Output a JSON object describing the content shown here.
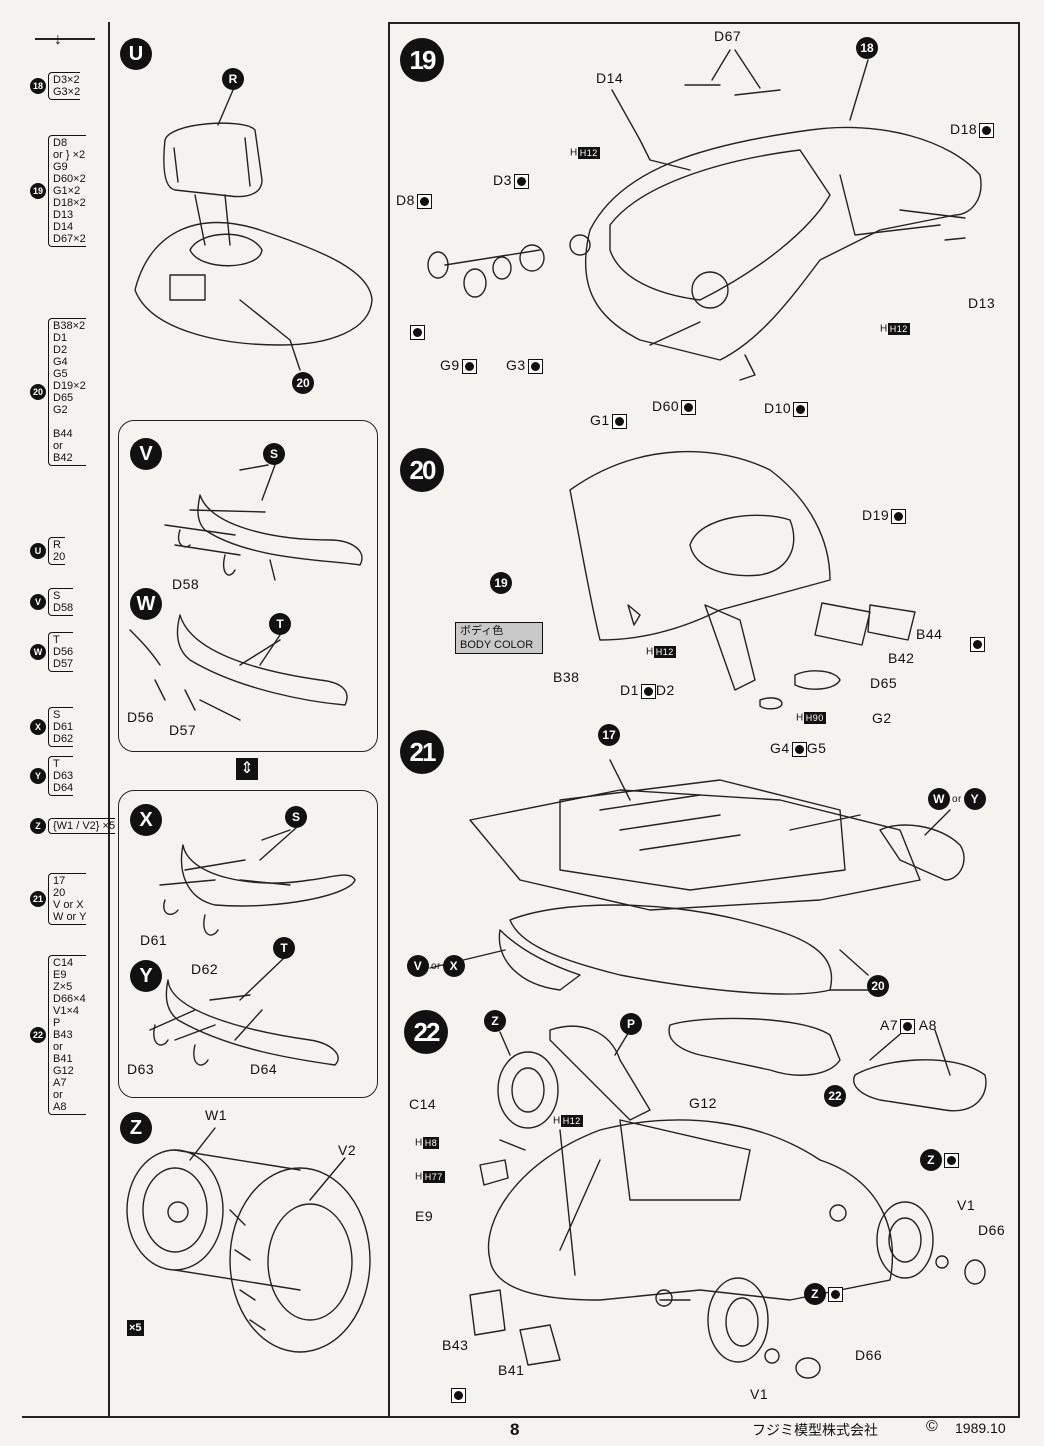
{
  "page": {
    "number": "8",
    "publisher": "フジミ模型株式会社",
    "copyright": "©",
    "year": "1989.10"
  },
  "parts_list": {
    "arrow": "↓",
    "groups": [
      {
        "step": "18",
        "lines": [
          "D3×2",
          "G3×2"
        ]
      },
      {
        "step": "19",
        "lines": [
          "D8",
          "or } ×2",
          "G9",
          "D60×2",
          "G1×2",
          "D18×2",
          "D13",
          "D14",
          "D67×2"
        ]
      },
      {
        "step": "20",
        "lines": [
          "B38×2",
          "D1",
          "D2",
          "G4",
          "G5",
          "D19×2",
          "D65",
          "G2",
          "",
          "B44",
          "or",
          "B42"
        ]
      },
      {
        "step": "U",
        "lines": [
          "R",
          "20"
        ]
      },
      {
        "step": "V",
        "lines": [
          "S",
          "D58"
        ]
      },
      {
        "step": "W",
        "lines": [
          "T",
          "D56",
          "D57"
        ]
      },
      {
        "step": "X",
        "lines": [
          "S",
          "D61",
          "D62"
        ]
      },
      {
        "step": "Y",
        "lines": [
          "T",
          "D63",
          "D64"
        ]
      },
      {
        "step": "Z",
        "lines": [
          "{W1 / V2} ×5"
        ]
      },
      {
        "step": "21",
        "lines": [
          "17",
          "20",
          "V or X",
          "W or Y"
        ]
      },
      {
        "step": "22",
        "lines": [
          "C14",
          "E9",
          "Z×5",
          "D66×4",
          "V1×4",
          "P",
          "B43",
          "or",
          "B41",
          "G12",
          "A7",
          "or",
          "A8"
        ]
      }
    ]
  },
  "sub_steps": {
    "U": {
      "badge": "U",
      "callouts": [
        "R",
        "20"
      ]
    },
    "V": {
      "badge": "V",
      "callouts": [
        "S",
        "D58"
      ]
    },
    "W": {
      "badge": "W",
      "callouts": [
        "T",
        "D56",
        "D57"
      ]
    },
    "X": {
      "badge": "X",
      "callouts": [
        "S",
        "D61",
        "D62"
      ]
    },
    "Y": {
      "badge": "Y",
      "callouts": [
        "T",
        "D63",
        "D64"
      ]
    },
    "Z": {
      "badge": "Z",
      "callouts": [
        "W1",
        "V2"
      ],
      "multiplier": "×5"
    }
  },
  "steps": {
    "s19": {
      "badge": "19",
      "labels": [
        "D67",
        "18",
        "D14",
        "H12",
        "D18",
        "D3",
        "D8",
        "G9",
        "G3",
        "G1",
        "D60",
        "D10",
        "D13",
        "H12"
      ]
    },
    "s20": {
      "badge": "20",
      "labels": [
        "D19",
        "19",
        "B44",
        "B42",
        "H12",
        "D65",
        "B38",
        "D1",
        "D2",
        "G2",
        "H90",
        "G4",
        "G5"
      ],
      "body_color_jp": "ボディ色",
      "body_color_en": "BODY COLOR"
    },
    "s21": {
      "badge": "21",
      "labels": [
        "17",
        "W",
        "or",
        "Y",
        "V",
        "or",
        "X",
        "20"
      ]
    },
    "s22": {
      "badge": "22",
      "labels": [
        "Z",
        "P",
        "A7",
        "A8",
        "C14",
        "H12",
        "H8",
        "H77",
        "E9",
        "G12",
        "22",
        "Z",
        "V1",
        "D66",
        "Z",
        "B43",
        "B41",
        "D66",
        "V1"
      ]
    }
  },
  "flip_icon": "⇕"
}
